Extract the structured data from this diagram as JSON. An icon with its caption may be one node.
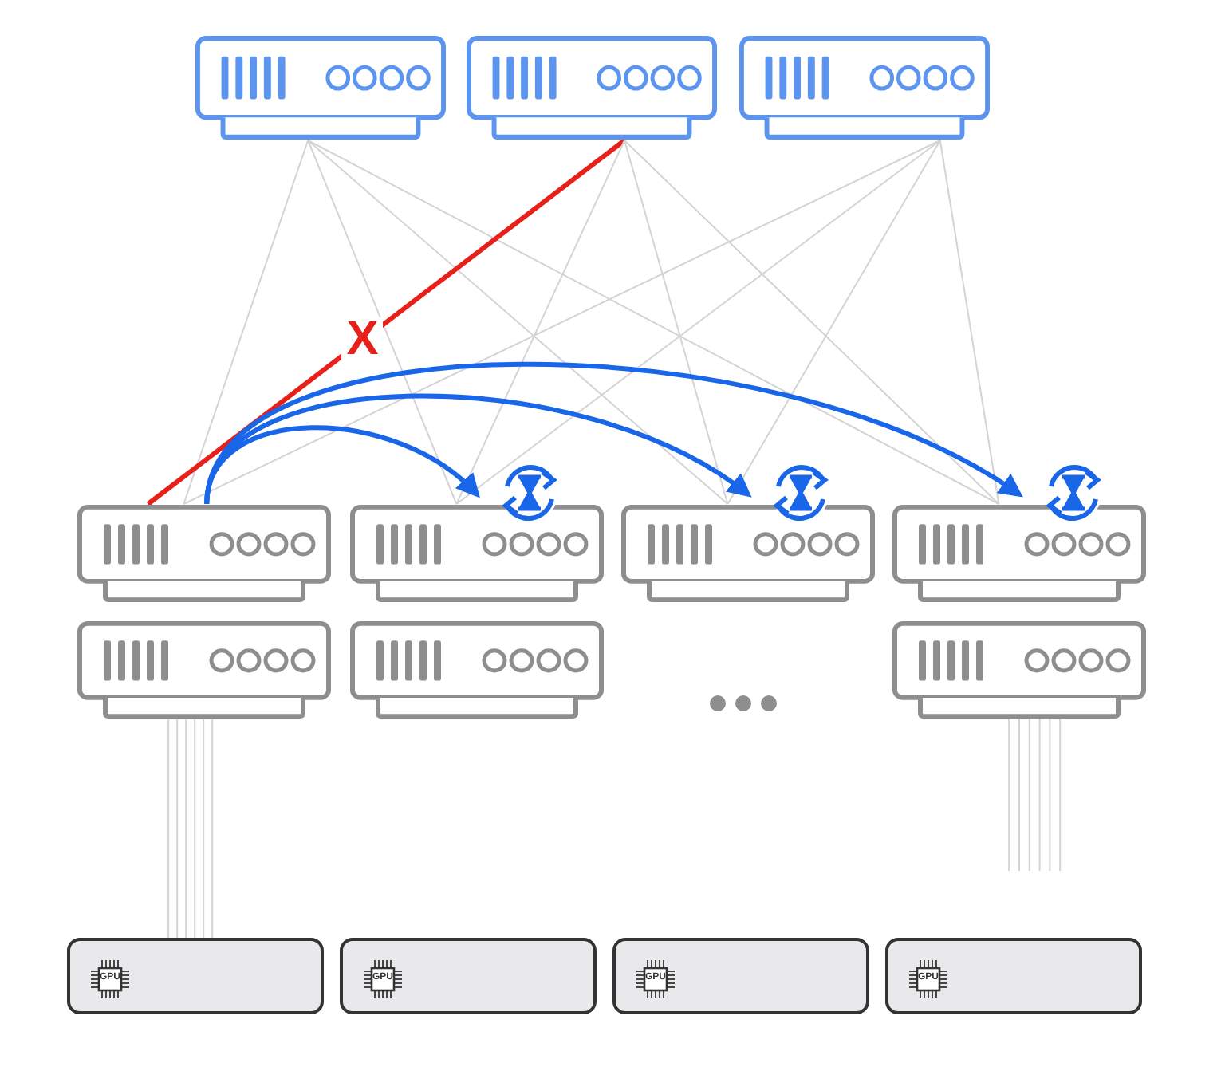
{
  "diagram": {
    "nodes": [
      {
        "text": [],
        "shape": "box"
      },
      {
        "text": [],
        "shape": "box"
      },
      {
        "text": [],
        "shape": "box"
      },
      {
        "text": [],
        "shape": "box"
      },
      {
        "text": [],
        "shape": "box"
      },
      {
        "text": [],
        "shape": "box"
      },
      {
        "text": [],
        "shape": "box"
      },
      {
        "text": [],
        "shape": "box"
      },
      {
        "text": [],
        "shape": "box"
      },
      {
        "text": [],
        "shape": "box"
      },
      {
        "text": [
          "GPU"
        ]
      },
      {
        "text": [
          "GPU"
        ]
      },
      {
        "text": [
          "GPU"
        ]
      },
      {
        "text": [
          "GPU"
        ]
      }
    ],
    "edges": [
      {
        "from": 0,
        "to": 3,
        "arrow": "none"
      },
      {
        "from": 0,
        "to": 4,
        "arrow": "none"
      },
      {
        "from": 0,
        "to": 5,
        "arrow": "none"
      },
      {
        "from": 0,
        "to": 6,
        "arrow": "none"
      },
      {
        "from": 1,
        "to": 3,
        "arrow": "none",
        "label": "X",
        "style": "thick",
        "color": "#e8201a"
      },
      {
        "from": 1,
        "to": 4,
        "arrow": "none"
      },
      {
        "from": 1,
        "to": 5,
        "arrow": "none"
      },
      {
        "from": 1,
        "to": 6,
        "arrow": "none"
      },
      {
        "from": 2,
        "to": 3,
        "arrow": "none"
      },
      {
        "from": 2,
        "to": 4,
        "arrow": "none"
      },
      {
        "from": 2,
        "to": 5,
        "arrow": "none"
      },
      {
        "from": 2,
        "to": 6,
        "arrow": "none"
      },
      {
        "from": 3,
        "to": 4,
        "arrow": "to",
        "style": "thick",
        "color": "#1a66e8"
      },
      {
        "from": 3,
        "to": 5,
        "arrow": "to",
        "style": "thick",
        "color": "#1a66e8"
      },
      {
        "from": 3,
        "to": 6,
        "arrow": "to",
        "style": "thick",
        "color": "#1a66e8"
      },
      {
        "from": 7,
        "to": 10,
        "arrow": "none"
      },
      {
        "from": 9,
        "to": null,
        "arrow": "none"
      }
    ]
  }
}
